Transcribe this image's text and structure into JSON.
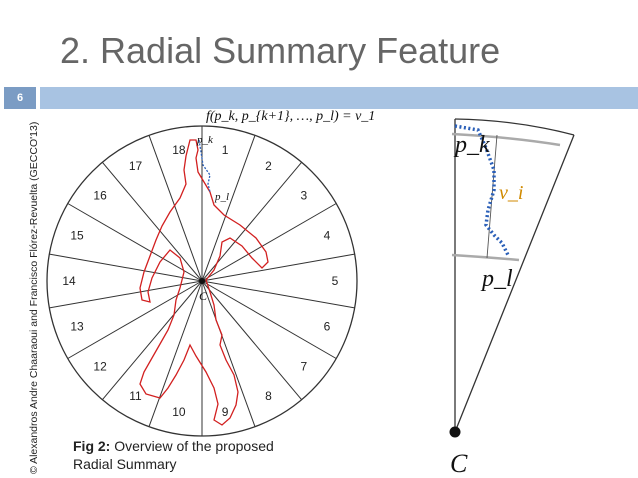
{
  "slide": {
    "title": "2. Radial Summary Feature",
    "number": "6",
    "credit": "© Alexandros Andre Chaaraoui and Francisco Flórez-Revuelta (GECCO'13)"
  },
  "figure": {
    "formula": "f(p_k, p_{k+1}, …, p_l) = v_1",
    "sectors": [
      "1",
      "2",
      "3",
      "4",
      "5",
      "6",
      "7",
      "8",
      "9",
      "10",
      "11",
      "12",
      "13",
      "14",
      "15",
      "16",
      "17",
      "18"
    ],
    "center_label": "C",
    "pk_label": "p_k",
    "pl_label": "p_l",
    "detail": {
      "pk": "p_k",
      "pl": "p_l",
      "vi": "v_i",
      "c": "C"
    }
  },
  "caption": {
    "bold": "Fig 2:",
    "text": " Overview of the proposed Radial Summary"
  },
  "colors": {
    "title": "#666666",
    "bar_dark": "#7b9cc4",
    "bar_light": "#a8c3e2",
    "silhouette": "#d22020",
    "contour_blue": "#2a5fb8",
    "vi": "#d08a00"
  }
}
